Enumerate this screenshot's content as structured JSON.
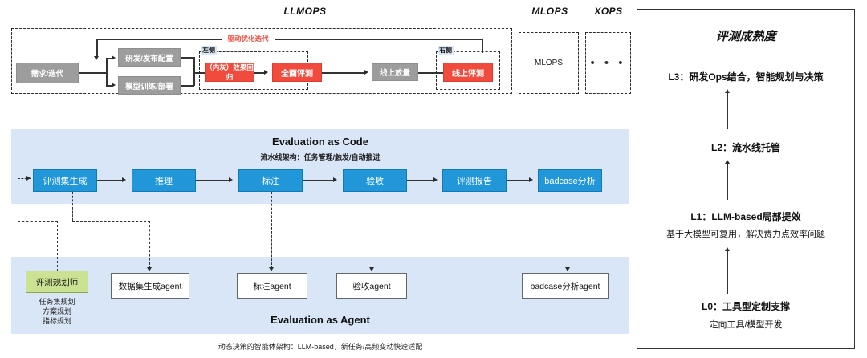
{
  "ops_band": {
    "titles": [
      {
        "label": "LLMOPS"
      },
      {
        "label": "MLOPS"
      },
      {
        "label": "XOPS"
      }
    ],
    "feedback_label": "驱动优化迭代",
    "side_tags": {
      "left": "左侧",
      "right": "右侧"
    },
    "nodes": {
      "demand": "需求/迭代",
      "dev_release": "研发/发布配置",
      "model_train": "模型训练/部署",
      "gray_regression": "（内灰）效果回归",
      "full_eval": "全面评测",
      "online_ramp": "线上放量",
      "online_eval": "线上评测"
    },
    "mlops_box_label": "MLOPS",
    "xops_box_label": "• • •"
  },
  "eval_code": {
    "heading": "Evaluation as Code",
    "subheading": "流水线架构：任务管理/触发/自动推进",
    "steps": [
      {
        "label": "评测集生成"
      },
      {
        "label": "推理"
      },
      {
        "label": "标注"
      },
      {
        "label": "验收"
      },
      {
        "label": "评测报告"
      },
      {
        "label": "badcase分析"
      }
    ]
  },
  "eval_agent": {
    "heading": "Evaluation as Agent",
    "planner": {
      "label": "评测规划师",
      "notes": "任务集规划\n方案规划\n指标规划",
      "note_lines": [
        "任务集规划",
        "方案规划",
        "指标规划"
      ]
    },
    "agents": [
      {
        "label": "数据集生成agent"
      },
      {
        "label": "标注agent"
      },
      {
        "label": "验收agent"
      },
      {
        "label": "badcase分析agent"
      }
    ],
    "caption": "动态决策的智能体架构：LLM-based，新任务/高频变动快速适配"
  },
  "maturity": {
    "title": "评测成熟度",
    "levels": [
      {
        "label": "L3：研发Ops结合，智能规划与决策",
        "desc": ""
      },
      {
        "label": "L2：流水线托管",
        "desc": ""
      },
      {
        "label": "L1：LLM-based局部提效",
        "desc": "基于大模型可复用，解决费力点效率问题"
      },
      {
        "label": "L0：工具型定制支撑",
        "desc": "定向工具/模型开发"
      }
    ]
  },
  "colors": {
    "red": "#f04b3c",
    "grey": "#9d9d9d",
    "blue": "#2196d9",
    "panel_blue": "#d9e6f7",
    "green": "#cbe293"
  }
}
